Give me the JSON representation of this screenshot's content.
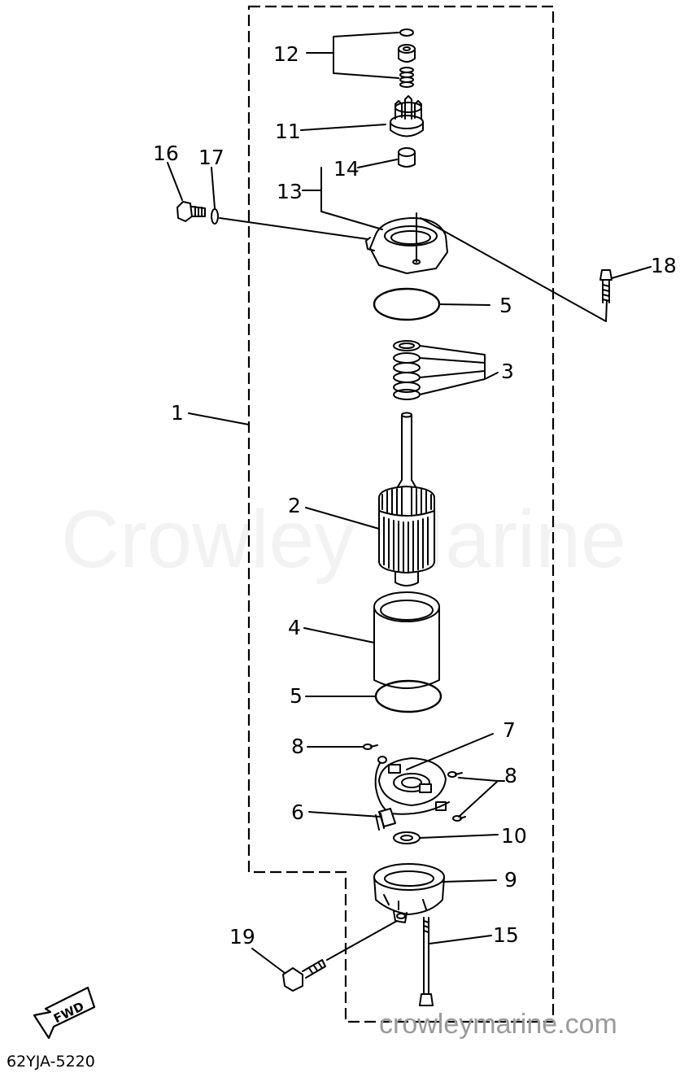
{
  "watermark": "Crowley Marine",
  "website": "crowleymarine.com",
  "diagram_code": "62YJA-5220",
  "fwd_label": "FWD",
  "part_labels": {
    "p1": "1",
    "p2": "2",
    "p3": "3",
    "p4": "4",
    "p5a": "5",
    "p5b": "5",
    "p6": "6",
    "p7": "7",
    "p8a": "8",
    "p8b": "8",
    "p9": "9",
    "p10": "10",
    "p11": "11",
    "p12": "12",
    "p13": "13",
    "p14": "14",
    "p15": "15",
    "p16": "16",
    "p17": "17",
    "p18": "18",
    "p19": "19"
  }
}
